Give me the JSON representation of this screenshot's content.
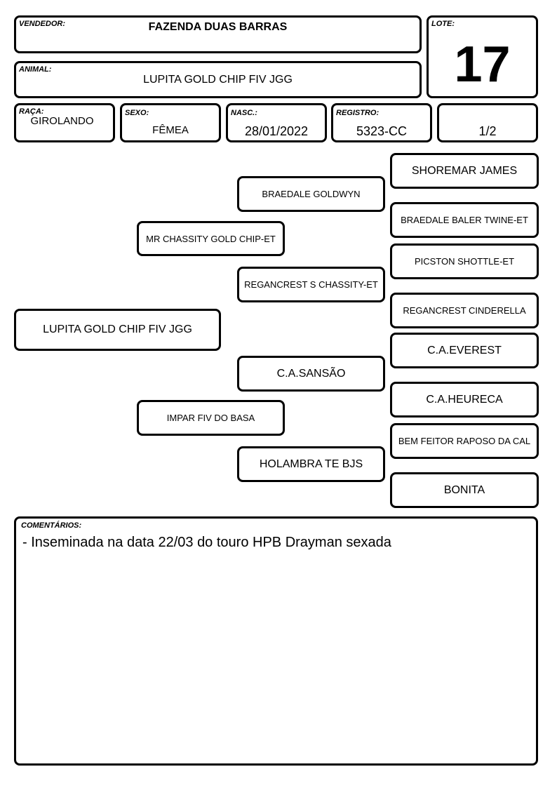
{
  "header": {
    "seller_label": "VENDEDOR:",
    "seller": "FAZENDA DUAS BARRAS",
    "lot_label": "LOTE:",
    "lot": "17",
    "animal_label": "ANIMAL:",
    "animal": "LUPITA GOLD CHIP FIV JGG"
  },
  "info": {
    "breed_label": "RAÇA:",
    "breed": "GIROLANDO",
    "sex_label": "SEXO:",
    "sex": "FÊMEA",
    "birth_label": "NASC.:",
    "birth": "28/01/2022",
    "registry_label": "REGISTRO:",
    "registry": "5323-CC",
    "grade": "1/2"
  },
  "pedigree": {
    "animal": "LUPITA GOLD CHIP FIV JGG",
    "sire": "MR CHASSITY GOLD CHIP-ET",
    "dam": "IMPAR FIV DO BASA",
    "sire_sire": "BRAEDALE GOLDWYN",
    "sire_dam": "REGANCREST S CHASSITY-ET",
    "dam_sire": "C.A.SANSÃO",
    "dam_dam": "HOLAMBRA TE BJS",
    "gen3": [
      "SHOREMAR JAMES",
      "BRAEDALE BALER TWINE-ET",
      "PICSTON SHOTTLE-ET",
      "REGANCREST CINDERELLA",
      "C.A.EVEREST",
      "C.A.HEURECA",
      "BEM FEITOR RAPOSO DA CAL",
      "BONITA"
    ]
  },
  "comments": {
    "label": "COMENTÁRIOS:",
    "text": "- Inseminada na data 22/03 do touro HPB Drayman sexada"
  }
}
